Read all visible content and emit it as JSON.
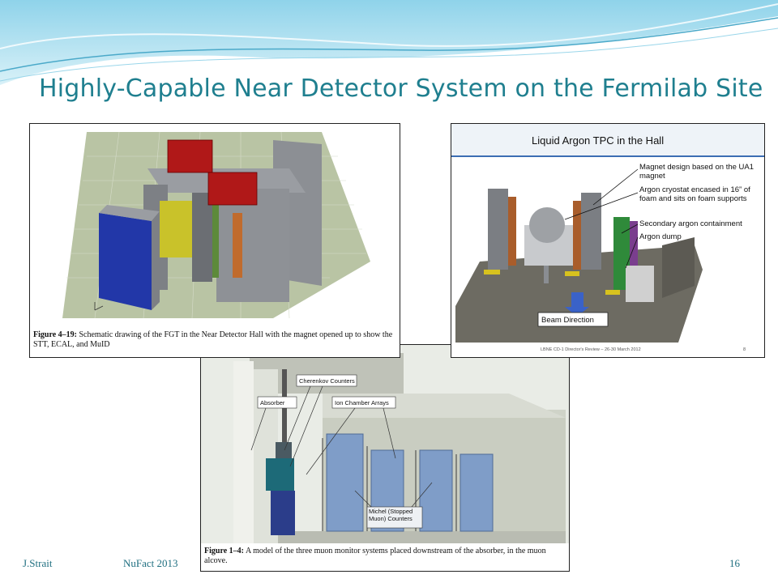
{
  "slide": {
    "title": "Highly-Capable Near Detector System on the Fermilab Site",
    "accent_color": "#1f7f8f",
    "footer": {
      "author": "J.Strait",
      "event": "NuFact 2013",
      "page": "16"
    }
  },
  "fgt_figure": {
    "caption_label": "Figure 4–19:",
    "caption_text": "Schematic drawing of the FGT in the Near Detector Hall with the magnet opened up to show the STT, ECAL, and MuID"
  },
  "tpc_figure": {
    "title": "Liquid Argon TPC in the Hall",
    "annotations": [
      "Magnet design based on the UA1 magnet",
      "Argon cryostat encased in 16” of foam and sits on foam supports",
      "Secondary argon containment",
      "Argon dump"
    ],
    "beam_label": "Beam Direction",
    "footer": "LBNE CD-1 Director's Review – 26-30 March 2012",
    "page": "8"
  },
  "muon_figure": {
    "labels": {
      "cherenkov": "Cherenkov Counters",
      "absorber": "Absorber",
      "ion_chamber": "Ion Chamber Arrays",
      "michel": "Michel (Stopped Muon) Counters"
    },
    "caption_label": "Figure 1–4:",
    "caption_text": "A model of the three muon monitor systems placed downstream of the absorber, in the muon alcove."
  }
}
